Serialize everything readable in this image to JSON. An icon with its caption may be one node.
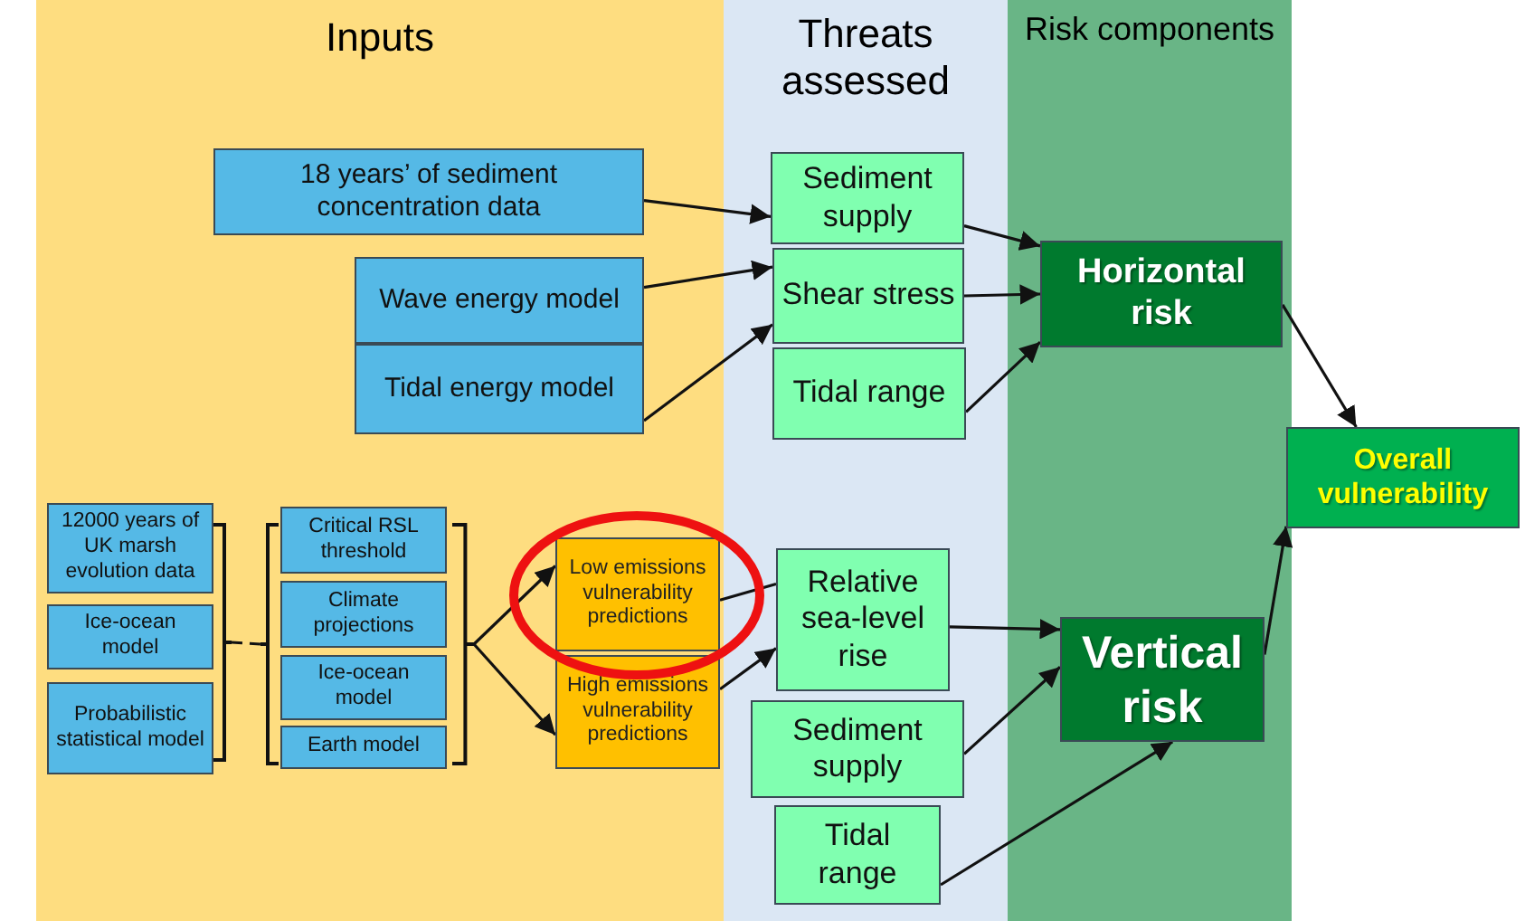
{
  "diagram": {
    "nodes": [
      {
        "text": [
          "Inputs"
        ]
      },
      {
        "text": [
          "Threats assessed"
        ]
      },
      {
        "text": [
          "Risk components"
        ]
      },
      {
        "text": [
          "18 years’ of sediment concentration data"
        ],
        "in": 0
      },
      {
        "text": [
          "Wave energy model"
        ],
        "in": 0
      },
      {
        "text": [
          "Tidal energy model"
        ],
        "in": 0
      },
      {
        "text": [
          "Sediment supply"
        ],
        "in": 1
      },
      {
        "text": [
          "Shear stress"
        ],
        "in": 1
      },
      {
        "text": [
          "Tidal range"
        ],
        "in": 1
      },
      {
        "text": [
          "Horizontal risk"
        ],
        "in": 2
      },
      {
        "text": [
          "Overall vulnerability"
        ]
      },
      {
        "text": [
          "12000 years of UK marsh evolution data"
        ],
        "in": 0
      },
      {
        "text": [
          "Ice-ocean model"
        ],
        "in": 0
      },
      {
        "text": [
          "Probabilistic statistical model"
        ],
        "in": 0
      },
      {
        "text": [],
        "shape": "bracket",
        "in": 0
      },
      {
        "text": [],
        "shape": "bracket",
        "in": 0
      },
      {
        "text": [
          "Critical RSL threshold"
        ],
        "in": 0
      },
      {
        "text": [
          "Climate projections"
        ],
        "in": 0
      },
      {
        "text": [
          "Ice-ocean model"
        ],
        "in": 0
      },
      {
        "text": [
          "Earth model"
        ],
        "in": 0
      },
      {
        "text": [],
        "shape": "bracket",
        "in": 0
      },
      {
        "text": [],
        "shape": "ellipse",
        "in": 0
      },
      {
        "text": [
          "Low emissions vulnerability predictions"
        ],
        "in": 21
      },
      {
        "text": [
          "High emissions vulnerability predictions"
        ],
        "in": 0
      },
      {
        "text": [
          "Relative sea-level rise"
        ],
        "in": 1
      },
      {
        "text": [
          "Sediment supply"
        ],
        "in": 1
      },
      {
        "text": [
          "Tidal range"
        ],
        "in": 1
      },
      {
        "text": [
          "Vertical risk"
        ],
        "in": 2
      }
    ],
    "edges": [
      {
        "from": 3,
        "to": 6,
        "arrow": "to"
      },
      {
        "from": 4,
        "to": 7,
        "arrow": "to"
      },
      {
        "from": 5,
        "to": 7,
        "arrow": "to"
      },
      {
        "from": 6,
        "to": 9,
        "arrow": "to"
      },
      {
        "from": 7,
        "to": 9,
        "arrow": "to"
      },
      {
        "from": 8,
        "to": 9,
        "arrow": "to"
      },
      {
        "from": 9,
        "to": 10,
        "arrow": "to"
      },
      {
        "from": 14,
        "to": 15,
        "arrow": "none",
        "style": "dashed"
      },
      {
        "from": 20,
        "to": 22,
        "arrow": "to"
      },
      {
        "from": 20,
        "to": 23,
        "arrow": "to"
      },
      {
        "from": 22,
        "to": 24,
        "arrow": "none"
      },
      {
        "from": 23,
        "to": 24,
        "arrow": "to"
      },
      {
        "from": 24,
        "to": 27,
        "arrow": "to"
      },
      {
        "from": 25,
        "to": 27,
        "arrow": "to"
      },
      {
        "from": 26,
        "to": 27,
        "arrow": "to"
      },
      {
        "from": 27,
        "to": 10,
        "arrow": "to"
      }
    ]
  }
}
